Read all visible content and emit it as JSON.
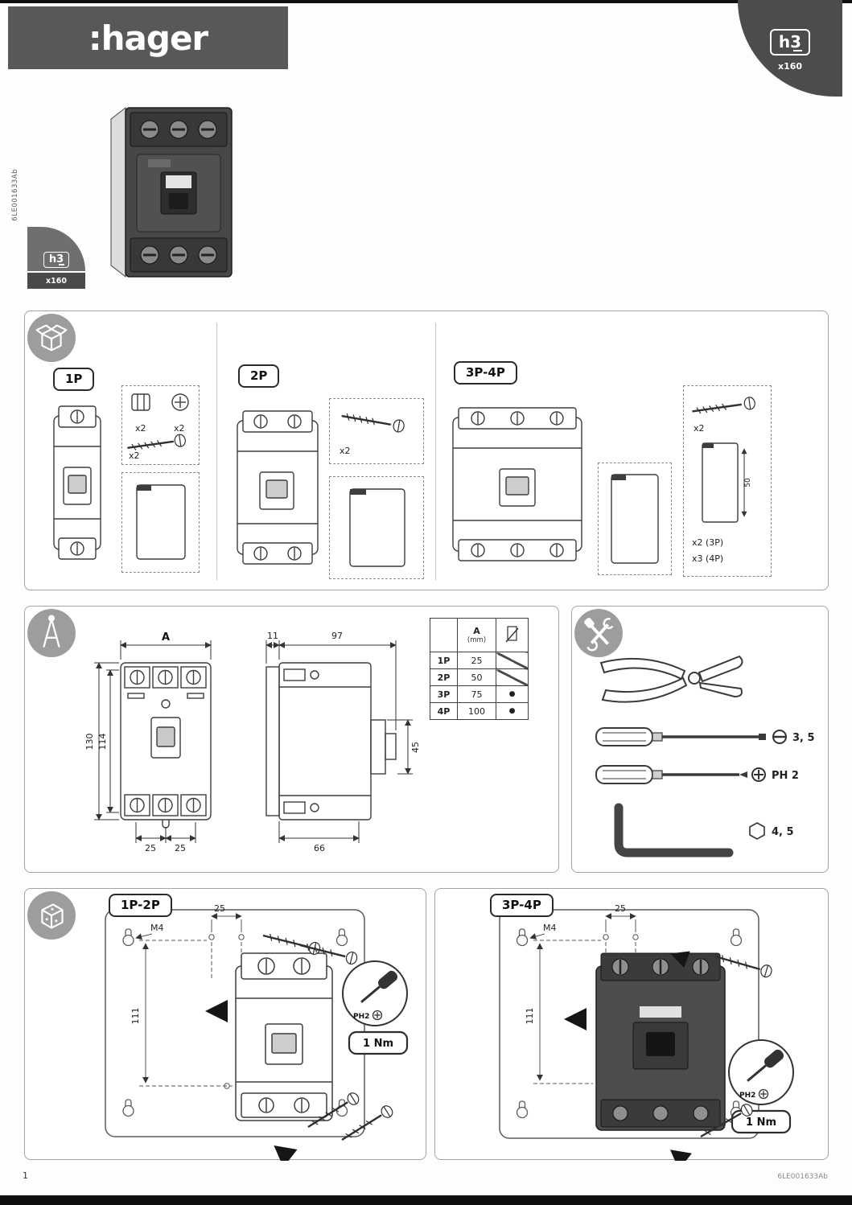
{
  "header": {
    "brand": ":hager",
    "h3_logo": "h3",
    "model": "x160"
  },
  "side_badge": {
    "h3_logo": "h3",
    "model": "x160"
  },
  "doc_ref_vertical": "6LE001633Ab",
  "packaging": {
    "variant_1p": {
      "label": "1P",
      "clip_a_qty": "x2",
      "clip_b_qty": "x2",
      "screw_qty": "x2"
    },
    "variant_2p": {
      "label": "2P",
      "screw_qty": "x2"
    },
    "variant_3p4p": {
      "label": "3P-4P",
      "screw_qty": "x2",
      "plate_dim": "50",
      "plate_qty_3p": "x2 (3P)",
      "plate_qty_4p": "x3 (4P)"
    }
  },
  "dimensions": {
    "front_width": "A",
    "front_height_outer": "130",
    "front_height_inner": "114",
    "front_bottom_left": "25",
    "front_bottom_right": "25",
    "side_depth_offset": "11",
    "side_depth": "97",
    "side_handle_height": "45",
    "side_bottom": "66",
    "table": {
      "col_a": "A",
      "col_a_unit": "(mm)",
      "rows": [
        {
          "pole": "1P",
          "value": "25",
          "mark": ""
        },
        {
          "pole": "2P",
          "value": "50",
          "mark": ""
        },
        {
          "pole": "3P",
          "value": "75",
          "mark": "●"
        },
        {
          "pole": "4P",
          "value": "100",
          "mark": "●"
        }
      ]
    }
  },
  "tools": {
    "flat_size": "3, 5",
    "phillips_size": "PH 2",
    "hex_size": "4, 5"
  },
  "mounting_1p2p": {
    "label": "1P-2P",
    "hole_spacing": "25",
    "screw_type": "M4",
    "hole_height": "111",
    "bit": "PH2",
    "torque": "1 Nm"
  },
  "mounting_3p4p": {
    "label": "3P-4P",
    "hole_spacing": "25",
    "screw_type": "M4",
    "hole_height": "111",
    "bit": "PH2",
    "torque": "1 Nm"
  },
  "footer": {
    "page_number": "1",
    "doc_ref": "6LE001633Ab"
  }
}
